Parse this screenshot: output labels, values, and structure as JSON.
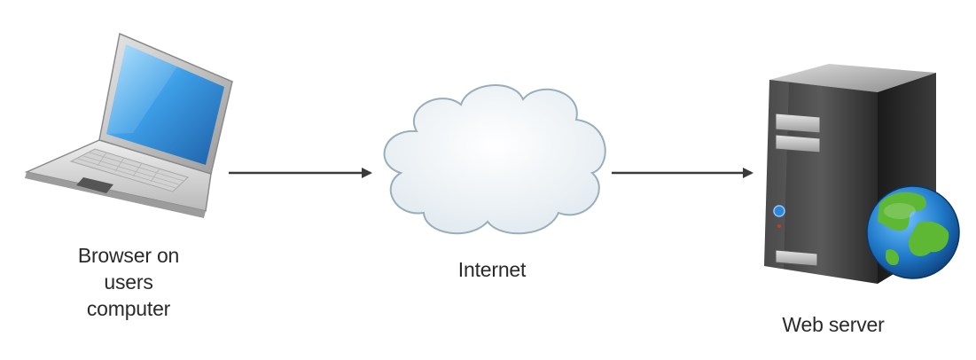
{
  "nodes": {
    "client": {
      "label_lines": [
        "Browser on",
        "users",
        "computer"
      ],
      "icon": "laptop-icon"
    },
    "network": {
      "label": "Internet",
      "icon": "cloud-icon"
    },
    "server": {
      "label": "Web server",
      "icon": "server-tower-icon",
      "badge_icon": "globe-icon"
    }
  },
  "edges": [
    {
      "from": "client",
      "to": "network",
      "style": "arrow"
    },
    {
      "from": "network",
      "to": "server",
      "style": "arrow"
    }
  ],
  "colors": {
    "arrow": "#3a3a3a",
    "cloud_fill": "#f2f6f9",
    "cloud_stroke": "#98aebb",
    "screen_blue": "#2f8fd8",
    "server_body": "#2b2b2b",
    "globe_ocean": "#1f79c8",
    "globe_land": "#5fb834"
  }
}
